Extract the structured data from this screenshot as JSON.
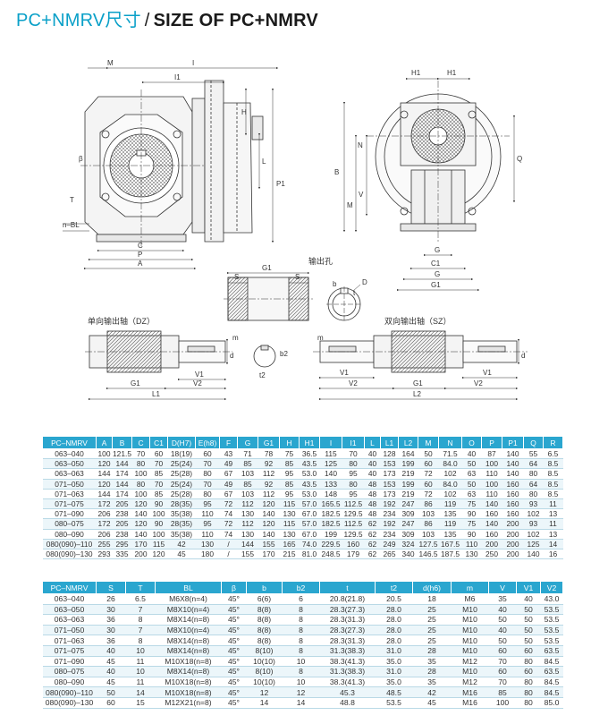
{
  "header": {
    "title_cn": "PC+NMRV尺寸",
    "separator": "/",
    "title_en": "SIZE OF PC+NMRV"
  },
  "drawing": {
    "labels": {
      "M": "M",
      "I": "I",
      "I1": "I1",
      "H": "H",
      "P1": "P1",
      "L": "L",
      "beta": "β",
      "T": "T",
      "n_BL": "n–BL",
      "C": "C",
      "P": "P",
      "A": "A",
      "H1": "H1",
      "N": "N",
      "Q": "Q",
      "B": "B",
      "V": "V",
      "G": "G",
      "C1": "C1",
      "G1": "G1",
      "S": "S",
      "b": "b",
      "t": "t",
      "D": "D",
      "output_hole": "输出孔",
      "m": "m",
      "d": "d",
      "t2": "t2",
      "b2": "b2",
      "V1": "V1",
      "V2": "V2",
      "L1": "L1",
      "L2": "L2"
    },
    "captions": {
      "single_shaft": "单向输出轴（DZ）",
      "double_shaft": "双向输出轴（SZ）"
    }
  },
  "table1": {
    "columns": [
      "PC–NMRV",
      "A",
      "B",
      "C",
      "C1",
      "D(H7)",
      "E(h8)",
      "F",
      "G",
      "G1",
      "H",
      "H1",
      "I",
      "I1",
      "L",
      "L1",
      "L2",
      "M",
      "N",
      "O",
      "P",
      "P1",
      "Q",
      "R"
    ],
    "rows": [
      [
        "063–040",
        "100",
        "121.5",
        "70",
        "60",
        "18(19)",
        "60",
        "43",
        "71",
        "78",
        "75",
        "36.5",
        "115",
        "70",
        "40",
        "128",
        "164",
        "50",
        "71.5",
        "40",
        "87",
        "140",
        "55",
        "6.5"
      ],
      [
        "063–050",
        "120",
        "144",
        "80",
        "70",
        "25(24)",
        "70",
        "49",
        "85",
        "92",
        "85",
        "43.5",
        "125",
        "80",
        "40",
        "153",
        "199",
        "60",
        "84.0",
        "50",
        "100",
        "140",
        "64",
        "8.5"
      ],
      [
        "063–063",
        "144",
        "174",
        "100",
        "85",
        "25(28)",
        "80",
        "67",
        "103",
        "112",
        "95",
        "53.0",
        "140",
        "95",
        "40",
        "173",
        "219",
        "72",
        "102",
        "63",
        "110",
        "140",
        "80",
        "8.5"
      ],
      [
        "071–050",
        "120",
        "144",
        "80",
        "70",
        "25(24)",
        "70",
        "49",
        "85",
        "92",
        "85",
        "43.5",
        "133",
        "80",
        "48",
        "153",
        "199",
        "60",
        "84.0",
        "50",
        "100",
        "160",
        "64",
        "8.5"
      ],
      [
        "071–063",
        "144",
        "174",
        "100",
        "85",
        "25(28)",
        "80",
        "67",
        "103",
        "112",
        "95",
        "53.0",
        "148",
        "95",
        "48",
        "173",
        "219",
        "72",
        "102",
        "63",
        "110",
        "160",
        "80",
        "8.5"
      ],
      [
        "071–075",
        "172",
        "205",
        "120",
        "90",
        "28(35)",
        "95",
        "72",
        "112",
        "120",
        "115",
        "57.0",
        "165.5",
        "112.5",
        "48",
        "192",
        "247",
        "86",
        "119",
        "75",
        "140",
        "160",
        "93",
        "11"
      ],
      [
        "071–090",
        "206",
        "238",
        "140",
        "100",
        "35(38)",
        "110",
        "74",
        "130",
        "140",
        "130",
        "67.0",
        "182.5",
        "129.5",
        "48",
        "234",
        "309",
        "103",
        "135",
        "90",
        "160",
        "160",
        "102",
        "13"
      ],
      [
        "080–075",
        "172",
        "205",
        "120",
        "90",
        "28(35)",
        "95",
        "72",
        "112",
        "120",
        "115",
        "57.0",
        "182.5",
        "112.5",
        "62",
        "192",
        "247",
        "86",
        "119",
        "75",
        "140",
        "200",
        "93",
        "11"
      ],
      [
        "080–090",
        "206",
        "238",
        "140",
        "100",
        "35(38)",
        "110",
        "74",
        "130",
        "140",
        "130",
        "67.0",
        "199",
        "129.5",
        "62",
        "234",
        "309",
        "103",
        "135",
        "90",
        "160",
        "200",
        "102",
        "13"
      ],
      [
        "080(090)–110",
        "255",
        "295",
        "170",
        "115",
        "42",
        "130",
        "/",
        "144",
        "155",
        "165",
        "74.0",
        "229.5",
        "160",
        "62",
        "249",
        "324",
        "127.5",
        "167.5",
        "110",
        "200",
        "200",
        "125",
        "14"
      ],
      [
        "080(090)–130",
        "293",
        "335",
        "200",
        "120",
        "45",
        "180",
        "/",
        "155",
        "170",
        "215",
        "81.0",
        "248.5",
        "179",
        "62",
        "265",
        "340",
        "146.5",
        "187.5",
        "130",
        "250",
        "200",
        "140",
        "16"
      ]
    ]
  },
  "table2": {
    "columns": [
      "PC–NMRV",
      "S",
      "T",
      "BL",
      "β",
      "b",
      "b2",
      "t",
      "t2",
      "d(h6)",
      "m",
      "V",
      "V1",
      "V2"
    ],
    "rows": [
      [
        "063–040",
        "26",
        "6.5",
        "M6X8(n=4)",
        "45°",
        "6(6)",
        "6",
        "20.8(21.8)",
        "20.5",
        "18",
        "M6",
        "35",
        "40",
        "43.0"
      ],
      [
        "063–050",
        "30",
        "7",
        "M8X10(n=4)",
        "45°",
        "8(8)",
        "8",
        "28.3(27.3)",
        "28.0",
        "25",
        "M10",
        "40",
        "50",
        "53.5"
      ],
      [
        "063–063",
        "36",
        "8",
        "M8X14(n=8)",
        "45°",
        "8(8)",
        "8",
        "28.3(31.3)",
        "28.0",
        "25",
        "M10",
        "50",
        "50",
        "53.5"
      ],
      [
        "071–050",
        "30",
        "7",
        "M8X10(n=4)",
        "45°",
        "8(8)",
        "8",
        "28.3(27.3)",
        "28.0",
        "25",
        "M10",
        "40",
        "50",
        "53.5"
      ],
      [
        "071–063",
        "36",
        "8",
        "M8X14(n=8)",
        "45°",
        "8(8)",
        "8",
        "28.3(31.3)",
        "28.0",
        "25",
        "M10",
        "50",
        "50",
        "53.5"
      ],
      [
        "071–075",
        "40",
        "10",
        "M8X14(n=8)",
        "45°",
        "8(10)",
        "8",
        "31.3(38.3)",
        "31.0",
        "28",
        "M10",
        "60",
        "60",
        "63.5"
      ],
      [
        "071–090",
        "45",
        "11",
        "M10X18(n=8)",
        "45°",
        "10(10)",
        "10",
        "38.3(41.3)",
        "35.0",
        "35",
        "M12",
        "70",
        "80",
        "84.5"
      ],
      [
        "080–075",
        "40",
        "10",
        "M8X14(n=8)",
        "45°",
        "8(10)",
        "8",
        "31.3(38.3)",
        "31.0",
        "28",
        "M10",
        "60",
        "60",
        "63.5"
      ],
      [
        "080–090",
        "45",
        "11",
        "M10X18(n=8)",
        "45°",
        "10(10)",
        "10",
        "38.3(41.3)",
        "35.0",
        "35",
        "M12",
        "70",
        "80",
        "84.5"
      ],
      [
        "080(090)–110",
        "50",
        "14",
        "M10X18(n=8)",
        "45°",
        "12",
        "12",
        "45.3",
        "48.5",
        "42",
        "M16",
        "85",
        "80",
        "84.5"
      ],
      [
        "080(090)–130",
        "60",
        "15",
        "M12X21(n=8)",
        "45°",
        "14",
        "14",
        "48.8",
        "53.5",
        "45",
        "M16",
        "100",
        "80",
        "85.0"
      ]
    ]
  }
}
